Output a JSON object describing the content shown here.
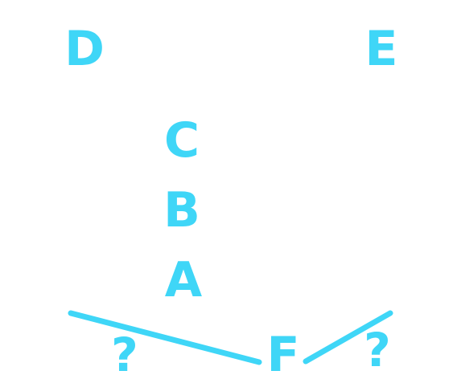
{
  "diagram": {
    "accent_color": "#3fd6f7",
    "labels": {
      "d": "D",
      "e": "E",
      "c": "C",
      "b": "B",
      "a": "A",
      "f": "F",
      "q1": "?",
      "q2": "?"
    }
  }
}
